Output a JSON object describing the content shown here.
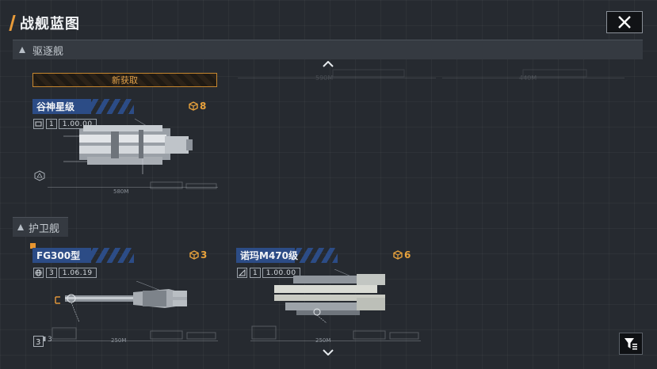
{
  "page": {
    "title": "战舰蓝图"
  },
  "sections": {
    "destroyer": {
      "label": "驱逐舰"
    },
    "frigate": {
      "label": "护卫舰"
    }
  },
  "cards": [
    {
      "banner": "新获取",
      "name": "谷神星级",
      "cost": "8",
      "stat_count": "1",
      "stat_value": "1.00.00",
      "scale_label": "580M"
    },
    {
      "name": "FG300型",
      "cost": "3",
      "stat_count": "3",
      "stat_value": "1.06.19",
      "scale_label": "250M",
      "corner_badge": "3"
    },
    {
      "name": "诺玛M470级",
      "cost": "6",
      "stat_count": "1",
      "stat_value": "1.00.00",
      "scale_label": "250M"
    }
  ],
  "background_scales": [
    "590M",
    "440M"
  ],
  "icons": {
    "close": "close-x-icon",
    "filter": "filter-icon",
    "cost": "cost-cube-icon",
    "scroll_up": "chevron-up-icon",
    "scroll_down": "chevron-down-icon"
  },
  "colors": {
    "accent_orange": "#e89b3a",
    "name_plate_blue": "#2c4c86",
    "background": "#262a30"
  }
}
